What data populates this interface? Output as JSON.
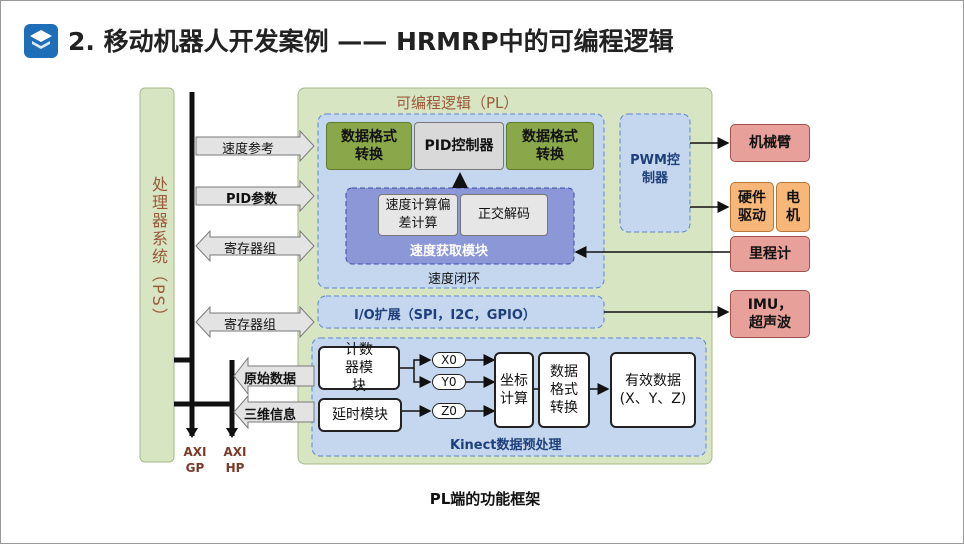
{
  "header": {
    "title": "2. 移动机器人开发案例 —— HRMRP中的可编程逻辑",
    "logo_icon": "stack-logo-icon"
  },
  "caption": "PL端的功能框架",
  "ps": {
    "label": "处理器系统（PS）"
  },
  "pl": {
    "label": "可编程逻辑（PL）"
  },
  "bus": {
    "axi_gp": "AXI GP",
    "axi_hp": "AXI HP"
  },
  "interfaces": {
    "speed_ref": "速度参考",
    "pid_params": "PID参数",
    "registers_1": "寄存器组",
    "registers_2": "寄存器组",
    "raw_data": "原始数据",
    "three_d_info": "三维信息"
  },
  "speed_loop": {
    "label": "速度闭环",
    "data_convert_1": "数据格式转换",
    "pid_controller": "PID控制器",
    "data_convert_2": "数据格式转换",
    "speed_module": {
      "label": "速度获取模块",
      "speed_calc": "速度计算偏差计算",
      "quad_decode": "正交解码"
    }
  },
  "pwm": "PWM控制器",
  "io_ext": "I/O扩展（SPI，I2C，GPIO）",
  "kinect": {
    "label": "Kinect数据预处理",
    "counter": "计数器模块",
    "delay": "延时模块",
    "x0": "X0",
    "y0": "Y0",
    "z0": "Z0",
    "coord": "坐标计算",
    "convert": "数据格式转换",
    "valid": "有效数据(X、Y、Z)"
  },
  "external": {
    "arm": "机械臂",
    "hw_driver": "硬件驱动",
    "motor": "电机",
    "odometer": "里程计",
    "imu": "IMU，超声波"
  },
  "colors": {
    "ps_fill": "#d8e5c3",
    "pl_fill": "#d8e5c3",
    "region_blue": "#c5d7ef",
    "green_block": "#8aa84a",
    "red_block": "#e8a09a",
    "orange_block": "#f7b778",
    "logo": "#1f6fb8"
  }
}
